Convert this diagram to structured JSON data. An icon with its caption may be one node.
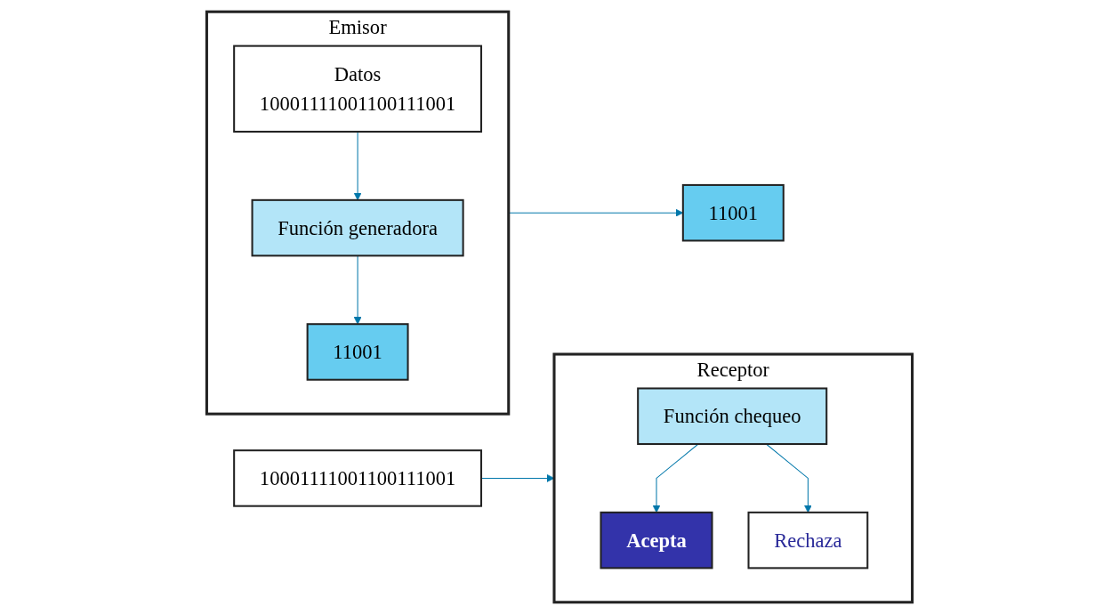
{
  "diagram": {
    "nodes": [
      {
        "text": [
          "Emisor"
        ]
      },
      {
        "text": [
          "Datos",
          "10001111001100111001"
        ],
        "in": 0
      },
      {
        "text": [
          "Función generadora"
        ],
        "in": 0
      },
      {
        "text": [
          "11001"
        ],
        "in": 0
      },
      {
        "text": [
          "Receptor"
        ]
      },
      {
        "text": [
          "Función chequeo"
        ],
        "in": 4
      },
      {
        "text": [
          "Acepta"
        ],
        "in": 4
      },
      {
        "text": [
          "Rechaza"
        ],
        "in": 4
      },
      {
        "text": [
          "11001"
        ]
      },
      {
        "text": [
          "10001111001100111001"
        ]
      }
    ],
    "edges": [
      {
        "from": 1,
        "to": 2,
        "arrow": "to"
      },
      {
        "from": 2,
        "to": 3,
        "arrow": "to"
      },
      {
        "from": 0,
        "to": 8,
        "arrow": "to"
      },
      {
        "from": 9,
        "to": 4,
        "arrow": "to"
      },
      {
        "from": 5,
        "to": 6,
        "arrow": "to"
      },
      {
        "from": 5,
        "to": 7,
        "arrow": "to"
      }
    ]
  }
}
